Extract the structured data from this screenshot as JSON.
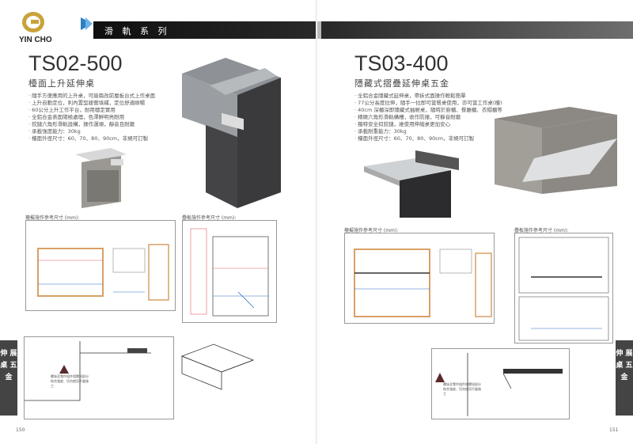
{
  "header": {
    "brand": "YIN CHO",
    "title": "滑 軌 系 列"
  },
  "left": {
    "model": "TS02-500",
    "subtitle": "檯面上升延伸桌",
    "features": [
      "· 隨手方便應用的上升桌，可級兩改前層板台式上作桌面",
      "· 上升自動定位，利內置型緩衝填補，定位舒適順暢",
      "· 60公分上升工作平台，耐用穩定實用",
      "· 全鋁合金表面陽極處理，色澤鮮明亮耐用",
      "· 鉸鏈六角形滑軌設構，操作運順，靜音且耐磨",
      "· 承載強度能力：30kg",
      "· 檯面外徑尺寸：60、70、80、90cm，非規可訂製"
    ],
    "dim1_title": "檯擬施作參考尺寸 (mm):",
    "dim2_title": "疊板施作參考尺寸 (mm):",
    "page": "150"
  },
  "right": {
    "model": "TS03-400",
    "subtitle": "隱藏式摺疊延伸桌五金",
    "features": [
      "· 全鋁合金隱藏式延伸桌，帶拆式面操作輕鬆簡單",
      "· 77公分長度拉伸，隨手一拉即可當餐桌使用，亦可當工作桌(檯)",
      "· 40cm 深櫃深即隱藏式抽屜桌，隨時於廚櫃、餐廳櫃、衣帽櫃等",
      "· 精緻六角形滑軌構槽，收作防撞，可靜音耐磨",
      "· 獨特安全扣鉸鏈，維使用伸縮桌更加安心",
      "· 承載耐重能力：30kg",
      "· 檯面外徑尺寸：60、70、80、90cm，非規可訂製"
    ],
    "dim1_title": "檯擬施作參考尺寸 (mm):",
    "dim2_title": "疊板施作參考尺寸 (mm):",
    "page": "151"
  },
  "side_tab": "伸 展 桌 五 金",
  "warning_note": "螺絲及零件組件相關如部分結合強度、切勿使用不當施工"
}
